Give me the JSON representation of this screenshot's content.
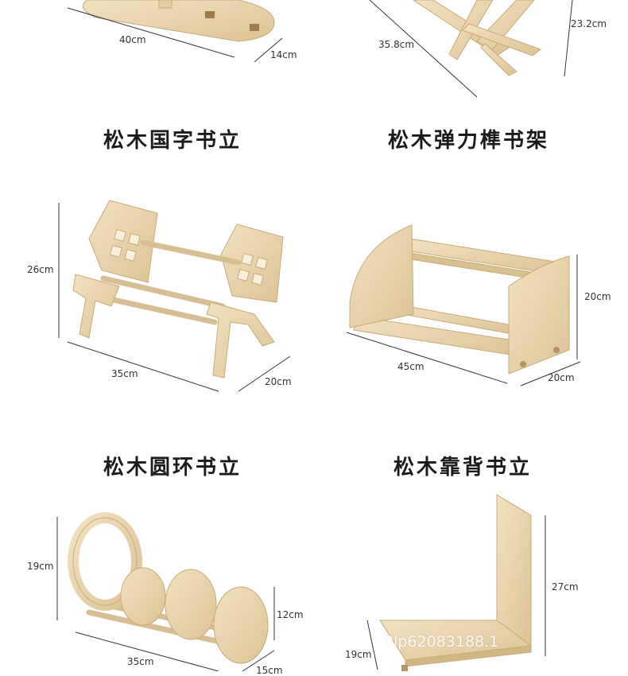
{
  "products": [
    {
      "title": "松木国字书立",
      "dims": [
        "40cm",
        "14cm"
      ]
    },
    {
      "title": "松木弹力榫书架",
      "dims": [
        "35.8cm",
        "23.2cm"
      ]
    },
    {
      "title": "松木圆环书立",
      "dims": [
        "26cm",
        "35cm",
        "20cm",
        "19cm",
        "35cm",
        "12cm",
        "15cm"
      ]
    },
    {
      "title": "松木靠背书立",
      "dims": [
        "20cm",
        "45cm",
        "20cm",
        "27cm",
        "19cm"
      ]
    }
  ],
  "watermark": "0lp62083188.1",
  "colors": {
    "wood": "#ead6ad",
    "wood_dark": "#cfb384",
    "line": "#333333"
  }
}
